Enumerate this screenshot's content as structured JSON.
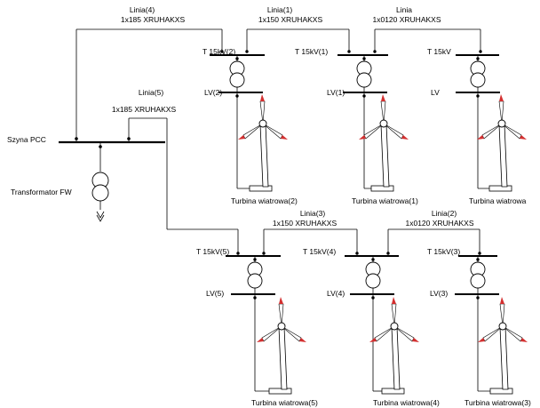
{
  "pcc": {
    "label": "Szyna PCC"
  },
  "fw_transformer": {
    "label": "Transformator FW"
  },
  "lines": [
    {
      "name": "Linia(4)",
      "cable": "1x185 XRUHAKXS"
    },
    {
      "name": "Linia(1)",
      "cable": "1x150 XRUHAKXS"
    },
    {
      "name": "Linia",
      "cable": "1x0120 XRUHAKXS"
    },
    {
      "name": "Linia(5)",
      "cable": "1x185 XRUHAKXS"
    },
    {
      "name": "Linia(3)",
      "cable": "1x150 XRUHAKXS"
    },
    {
      "name": "Linia(2)",
      "cable": "1x0120 XRUHAKXS"
    }
  ],
  "units": [
    {
      "hv": "T 15kV(2)",
      "lv": "LV(2)",
      "turbine": "Turbina wiatrowa(2)"
    },
    {
      "hv": "T 15kV(1)",
      "lv": "LV(1)",
      "turbine": "Turbina wiatrowa(1)"
    },
    {
      "hv": "T 15kV",
      "lv": "LV",
      "turbine": "Turbina wiatrowa"
    },
    {
      "hv": "T 15kV(5)",
      "lv": "LV(5)",
      "turbine": "Turbina wiatrowa(5)"
    },
    {
      "hv": "T 15kV(4)",
      "lv": "LV(4)",
      "turbine": "Turbina wiatrowa(4)"
    },
    {
      "hv": "T 15kV(3)",
      "lv": "LV(3)",
      "turbine": "Turbina wiatrowa(3)"
    }
  ],
  "colors": {
    "line": "#000000",
    "blade_tip": "#d32f2f",
    "background": "#ffffff"
  }
}
